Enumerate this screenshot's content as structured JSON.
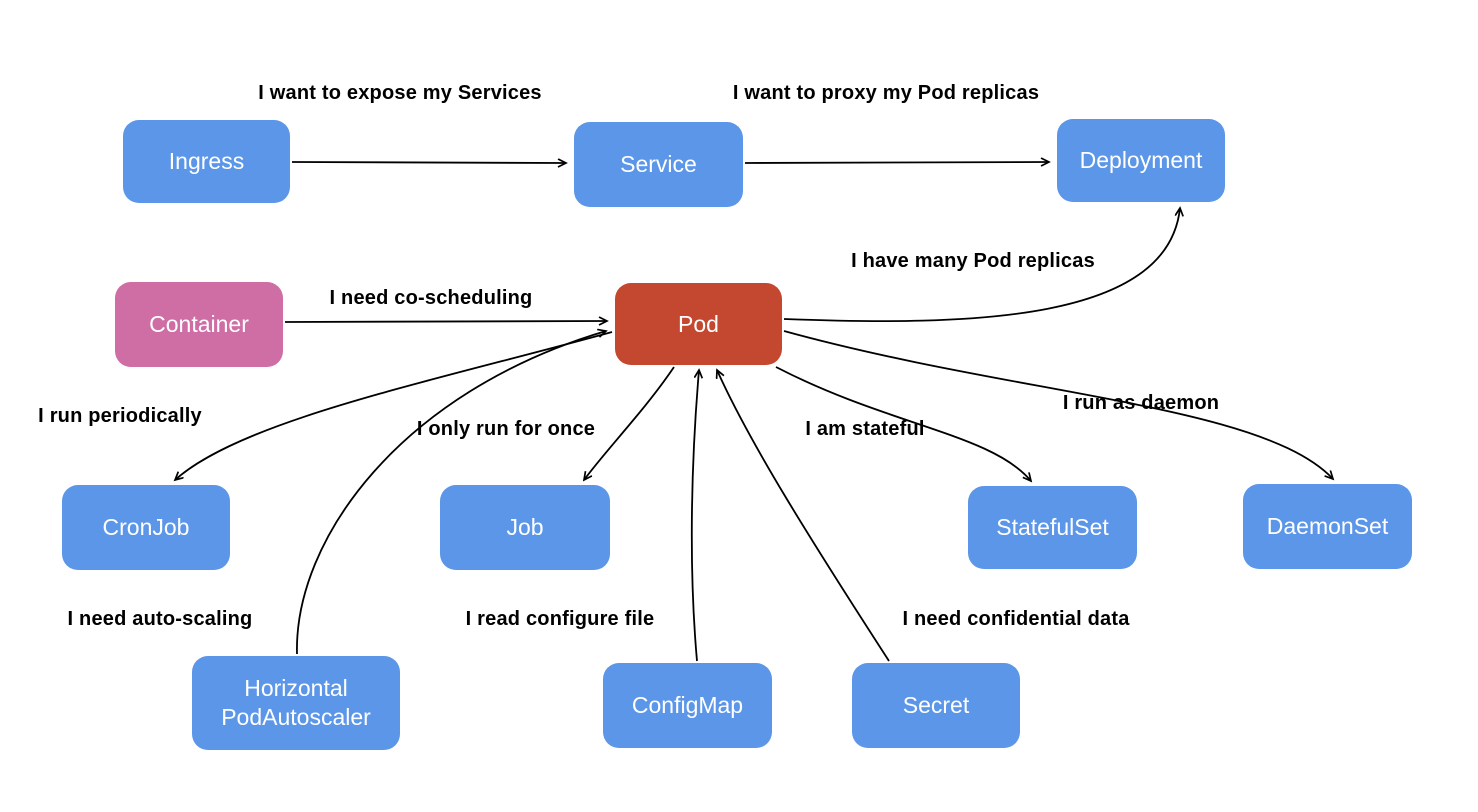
{
  "diagram": {
    "nodes": {
      "ingress": {
        "label": "Ingress"
      },
      "service": {
        "label": "Service"
      },
      "deployment": {
        "label": "Deployment"
      },
      "container": {
        "label": "Container"
      },
      "pod": {
        "label": "Pod"
      },
      "cronjob": {
        "label": "CronJob"
      },
      "job": {
        "label": "Job"
      },
      "statefulset": {
        "label": "StatefulSet"
      },
      "daemonset": {
        "label": "DaemonSet"
      },
      "hpa": {
        "label": "Horizontal PodAutoscaler"
      },
      "configmap": {
        "label": "ConfigMap"
      },
      "secret": {
        "label": "Secret"
      }
    },
    "edges": {
      "expose": {
        "from": "Ingress",
        "to": "Service",
        "label": "I want to expose my Services"
      },
      "proxy": {
        "from": "Service",
        "to": "Deployment",
        "label": "I want to proxy my Pod replicas"
      },
      "coscheduling": {
        "from": "Container",
        "to": "Pod",
        "label": "I need co-scheduling"
      },
      "replicas": {
        "from": "Pod",
        "to": "Deployment",
        "label": "I have many Pod replicas"
      },
      "periodically": {
        "from": "Pod",
        "to": "CronJob",
        "label": "I run periodically"
      },
      "once": {
        "from": "Pod",
        "to": "Job",
        "label": "I only run for once"
      },
      "stateful": {
        "from": "Pod",
        "to": "StatefulSet",
        "label": "I am stateful"
      },
      "daemon": {
        "from": "Pod",
        "to": "DaemonSet",
        "label": "I run as daemon"
      },
      "autoscaling": {
        "from": "Horizontal PodAutoscaler",
        "to": "Pod",
        "label": "I need auto-scaling"
      },
      "configure": {
        "from": "ConfigMap",
        "to": "Pod",
        "label": "I read configure file"
      },
      "confidential": {
        "from": "Secret",
        "to": "Pod",
        "label": "I need confidential data"
      }
    },
    "colors": {
      "node_blue": "#5c96e8",
      "node_pink": "#cf6da5",
      "node_red": "#c4482f",
      "node_text": "#ffffff",
      "edge_label_text": "#000000",
      "arrow": "#000000",
      "background": "#ffffff"
    }
  }
}
